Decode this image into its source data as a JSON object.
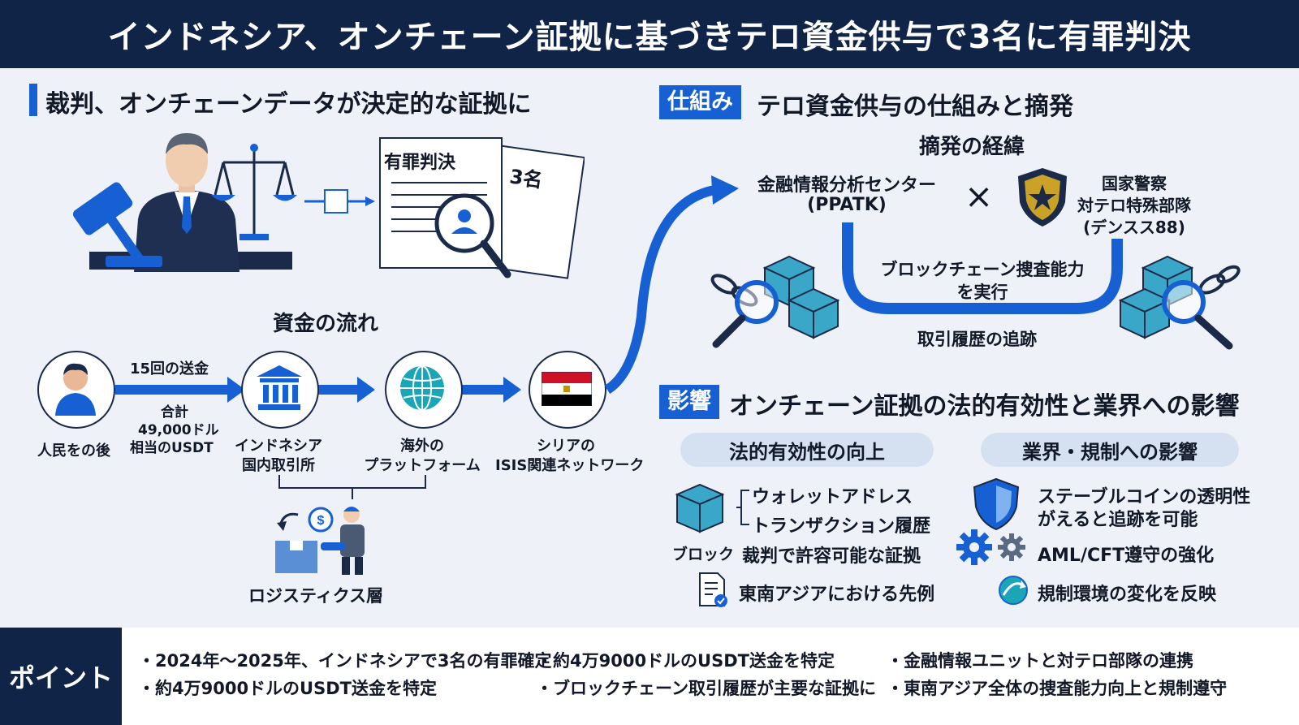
{
  "title": "インドネシア、オンチェーン証拠に基づきテロ資金供与で3名に有罪判決",
  "left": {
    "heading": "裁判、オンチェーンデータが決定的な証拠に",
    "doc_verdict": "有罪判決",
    "doc_count": "3名",
    "flow": {
      "title": "資金の流れ",
      "transfer_count": "15回の送金",
      "total_line1": "合計",
      "total_line2": "49,000ドル",
      "total_line3": "相当のUSDT",
      "nodes": [
        {
          "line1": "人民をの後",
          "line2": ""
        },
        {
          "line1": "インドネシア",
          "line2": "国内取引所"
        },
        {
          "line1": "海外の",
          "line2": "プラットフォーム"
        },
        {
          "line1": "シリアの",
          "line2": "ISIS関連ネットワーク"
        }
      ],
      "logistics": "ロジスティクス層"
    }
  },
  "mechanism": {
    "tag": "仕組み",
    "heading": "テロ資金供与の仕組みと摘発",
    "subheading": "摘発の経緯",
    "ppatk_line1": "金融情報分析センター",
    "ppatk_line2": "(PPATK)",
    "police_line1": "国家警察",
    "police_line2": "対テロ特殊部隊",
    "police_line3": "(デンスス88)",
    "capability_line1": "ブロックチェーン捜査能力",
    "capability_line2": "を実行",
    "trace": "取引履歴の追跡",
    "times": "×"
  },
  "impact": {
    "tag": "影響",
    "heading": "オンチェーン証拠の法的有効性と業界への影響",
    "left_pill": "法的有効性の向上",
    "right_pill": "業界・規制への影響",
    "wallet": "ウォレットアドレス",
    "tx_history": "トランザクション履歴",
    "block": "ブロック",
    "admissible": "裁判で許容可能な証拠",
    "precedent": "東南アジアにおける先例",
    "stablecoin_line1": "ステーブルコインの透明性",
    "stablecoin_line2": "がえると追跡を可能",
    "aml": "AML/CFT遵守の強化",
    "regulation": "規制環境の変化を反映"
  },
  "points": {
    "label": "ポイント",
    "items": [
      "・2024年〜2025年、インドネシアで3名の有罪確定",
      "・約4万9000ドルのUSDT送金を特定",
      "・金融情報ユニットと対テロ部隊の連携",
      "・約4万9000ドルのUSDT送金を特定",
      "・ブロックチェーン取引履歴が主要な証拠に",
      "・東南アジア全体の捜査能力向上と規制遵守"
    ]
  },
  "colors": {
    "navy": "#0f2447",
    "blue": "#1760d4",
    "pill": "#d5e1f0",
    "cube": "#3aa7c9"
  }
}
